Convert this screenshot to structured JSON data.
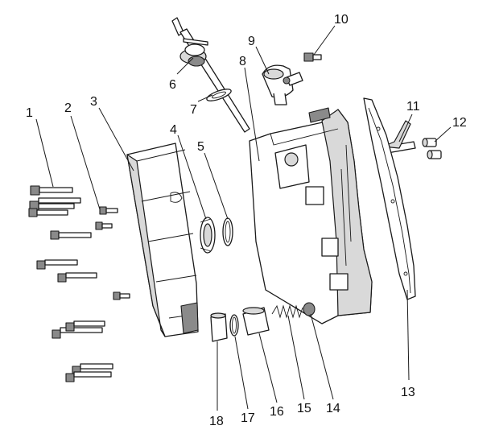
{
  "callouts": [
    {
      "number": "1"
    },
    {
      "number": "2"
    },
    {
      "number": "3"
    },
    {
      "number": "4"
    },
    {
      "number": "5"
    },
    {
      "number": "6"
    },
    {
      "number": "7"
    },
    {
      "number": "8"
    },
    {
      "number": "9"
    },
    {
      "number": "10"
    },
    {
      "number": "11"
    },
    {
      "number": "12"
    },
    {
      "number": "13"
    },
    {
      "number": "14"
    },
    {
      "number": "15"
    },
    {
      "number": "16"
    },
    {
      "number": "17"
    },
    {
      "number": "18"
    }
  ],
  "colors": {
    "line": "#1a1a1a",
    "shade_light": "#d9d9d9",
    "shade_dark": "#8a8a8a",
    "background": "#ffffff"
  }
}
